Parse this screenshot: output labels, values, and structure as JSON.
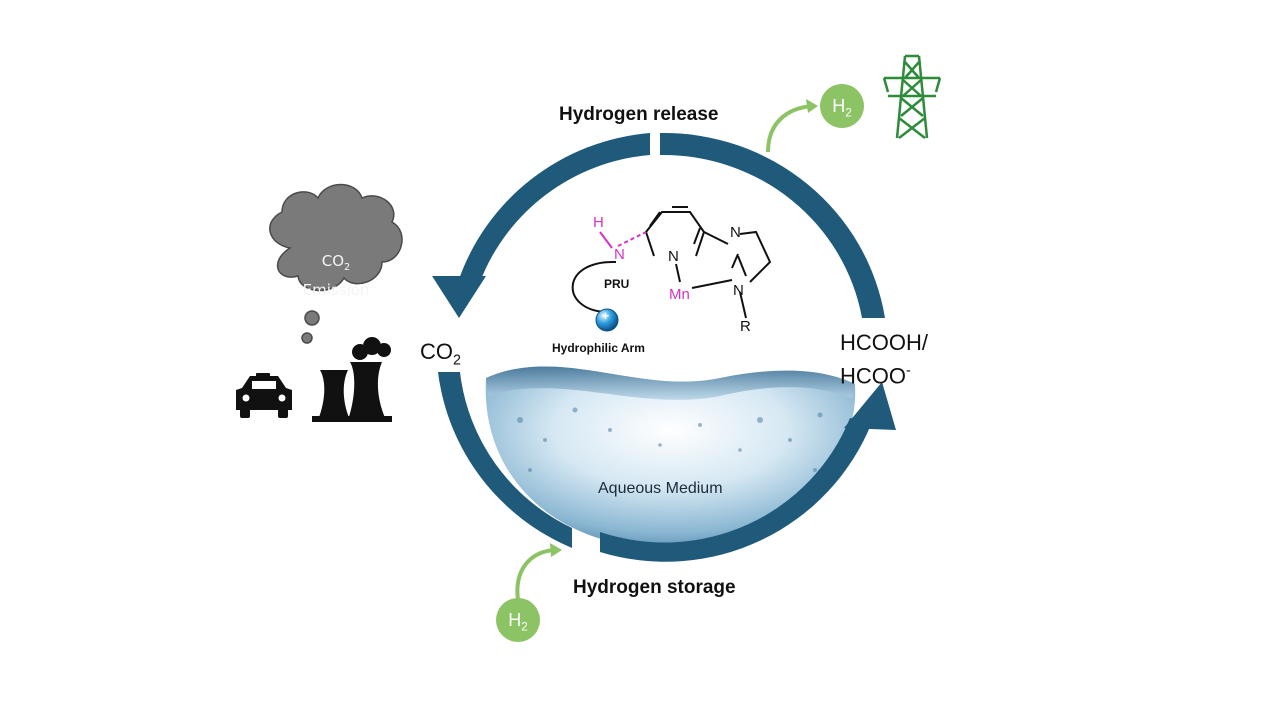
{
  "labels": {
    "release": "Hydrogen release",
    "storage": "Hydrogen storage",
    "co2": "CO",
    "co2_sub": "2",
    "product_line1": "HCOOH/",
    "product_line2": "HCOO",
    "product_sup": "-",
    "medium": "Aqueous Medium",
    "arm": "Hydrophilic Arm",
    "pru": "PRU",
    "emission_co": "CO",
    "emission_sub": "2",
    "emission_word": "Emission",
    "h2": "H",
    "h2_sub": "2",
    "atom_h": "H",
    "atom_n1": "N",
    "atom_n2": "N",
    "atom_n3": "N",
    "atom_n4": "N",
    "atom_mn": "Mn",
    "atom_r": "R",
    "plus": "+"
  },
  "colors": {
    "cycle_arrow": "#1f5a7a",
    "h2_bubble": "#8cc365",
    "pylon": "#2e8b3a",
    "cloud": "#7a7a7a",
    "ligand_highlight": "#d633c7",
    "water": "#9fc6de"
  },
  "icons": [
    "cloud-icon",
    "taxi-icon",
    "factory-icon",
    "power-pylon-icon",
    "water-basin-icon",
    "cation-icon"
  ]
}
